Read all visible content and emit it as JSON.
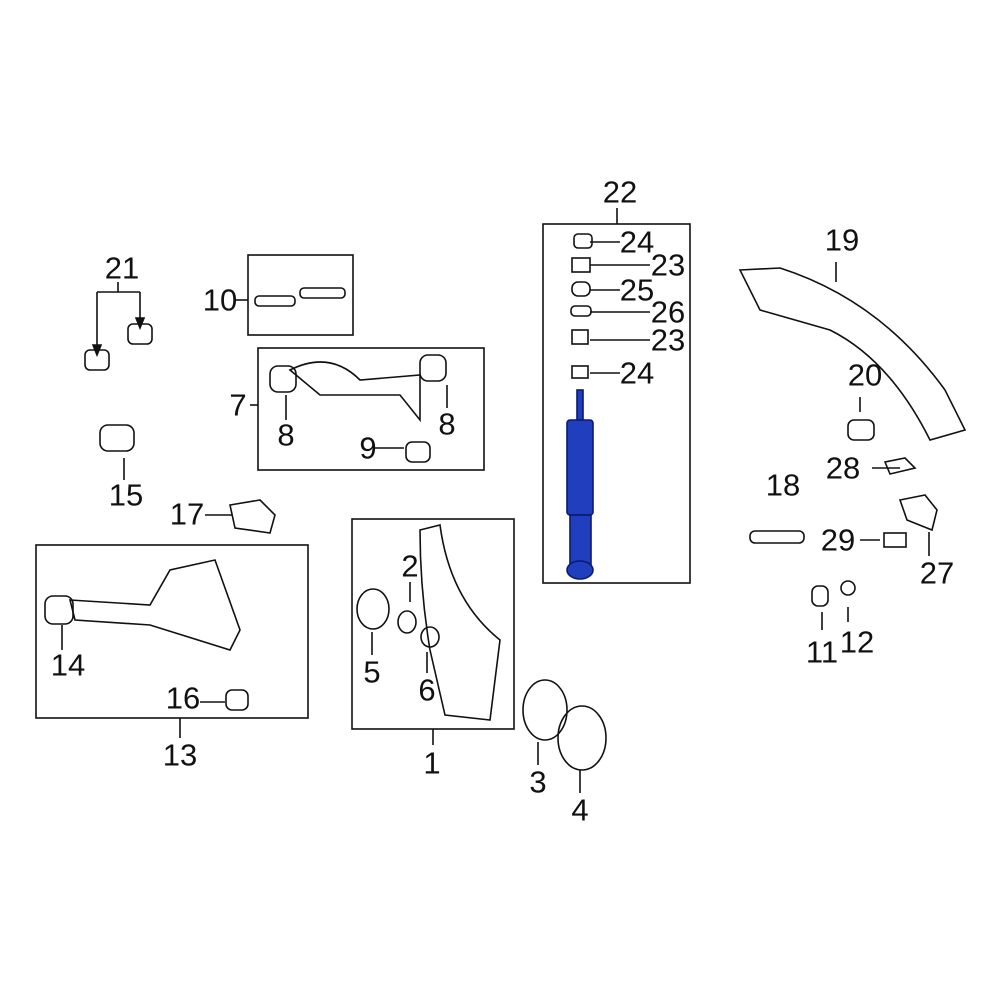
{
  "diagram": {
    "highlight_color": "#1f3fbf",
    "highlighted_part": "22",
    "callouts": [
      {
        "id": "c22",
        "text": "22"
      },
      {
        "id": "c24a",
        "text": "24"
      },
      {
        "id": "c23a",
        "text": "23"
      },
      {
        "id": "c25",
        "text": "25"
      },
      {
        "id": "c26",
        "text": "26"
      },
      {
        "id": "c23b",
        "text": "23"
      },
      {
        "id": "c24b",
        "text": "24"
      },
      {
        "id": "c19",
        "text": "19"
      },
      {
        "id": "c20",
        "text": "20"
      },
      {
        "id": "c28",
        "text": "28"
      },
      {
        "id": "c18",
        "text": "18"
      },
      {
        "id": "c29",
        "text": "29"
      },
      {
        "id": "c27",
        "text": "27"
      },
      {
        "id": "c11",
        "text": "11"
      },
      {
        "id": "c12",
        "text": "12"
      },
      {
        "id": "c21",
        "text": "21"
      },
      {
        "id": "c10",
        "text": "10"
      },
      {
        "id": "c7",
        "text": "7"
      },
      {
        "id": "c8a",
        "text": "8"
      },
      {
        "id": "c8b",
        "text": "8"
      },
      {
        "id": "c9",
        "text": "9"
      },
      {
        "id": "c15",
        "text": "15"
      },
      {
        "id": "c17",
        "text": "17"
      },
      {
        "id": "c13",
        "text": "13"
      },
      {
        "id": "c14",
        "text": "14"
      },
      {
        "id": "c16",
        "text": "16"
      },
      {
        "id": "c1",
        "text": "1"
      },
      {
        "id": "c2",
        "text": "2"
      },
      {
        "id": "c5",
        "text": "5"
      },
      {
        "id": "c6",
        "text": "6"
      },
      {
        "id": "c3",
        "text": "3"
      },
      {
        "id": "c4",
        "text": "4"
      }
    ]
  }
}
